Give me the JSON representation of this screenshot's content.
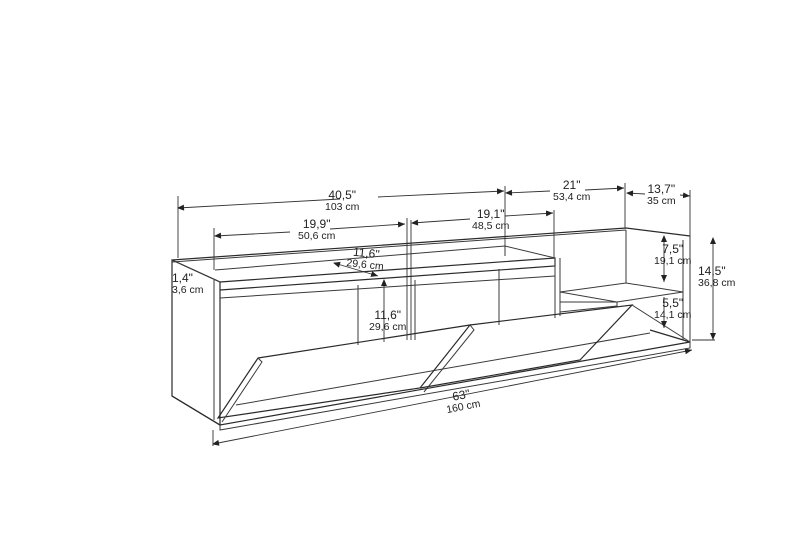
{
  "diagram": {
    "subject": "Wall-mounted TV bench with two flip-down doors and open shelf",
    "line_color": "#3a3a3a",
    "background": "#ffffff",
    "dimensions": {
      "top_total": {
        "in": "40,5\"",
        "cm": "103 cm"
      },
      "top_right_section": {
        "in": "21\"",
        "cm": "53,4 cm"
      },
      "depth": {
        "in": "13,7\"",
        "cm": "35 cm"
      },
      "inner_left": {
        "in": "19,9\"",
        "cm": "50,6 cm"
      },
      "inner_right": {
        "in": "19,1\"",
        "cm": "48,5 cm"
      },
      "inner_depth": {
        "in": "11,6\"",
        "cm": "29,6 cm"
      },
      "side_thickness": {
        "in": "1,4\"",
        "cm": "3,6 cm"
      },
      "compartment_height": {
        "in": "11,6\"",
        "cm": "29,6 cm"
      },
      "upper_shelf_height": {
        "in": "7,5\"",
        "cm": "19,1 cm"
      },
      "lower_shelf_height": {
        "in": "5,5\"",
        "cm": "14,1 cm"
      },
      "total_height": {
        "in": "14,5\"",
        "cm": "36,8 cm"
      },
      "total_width": {
        "in": "63\"",
        "cm": "160 cm"
      }
    }
  }
}
